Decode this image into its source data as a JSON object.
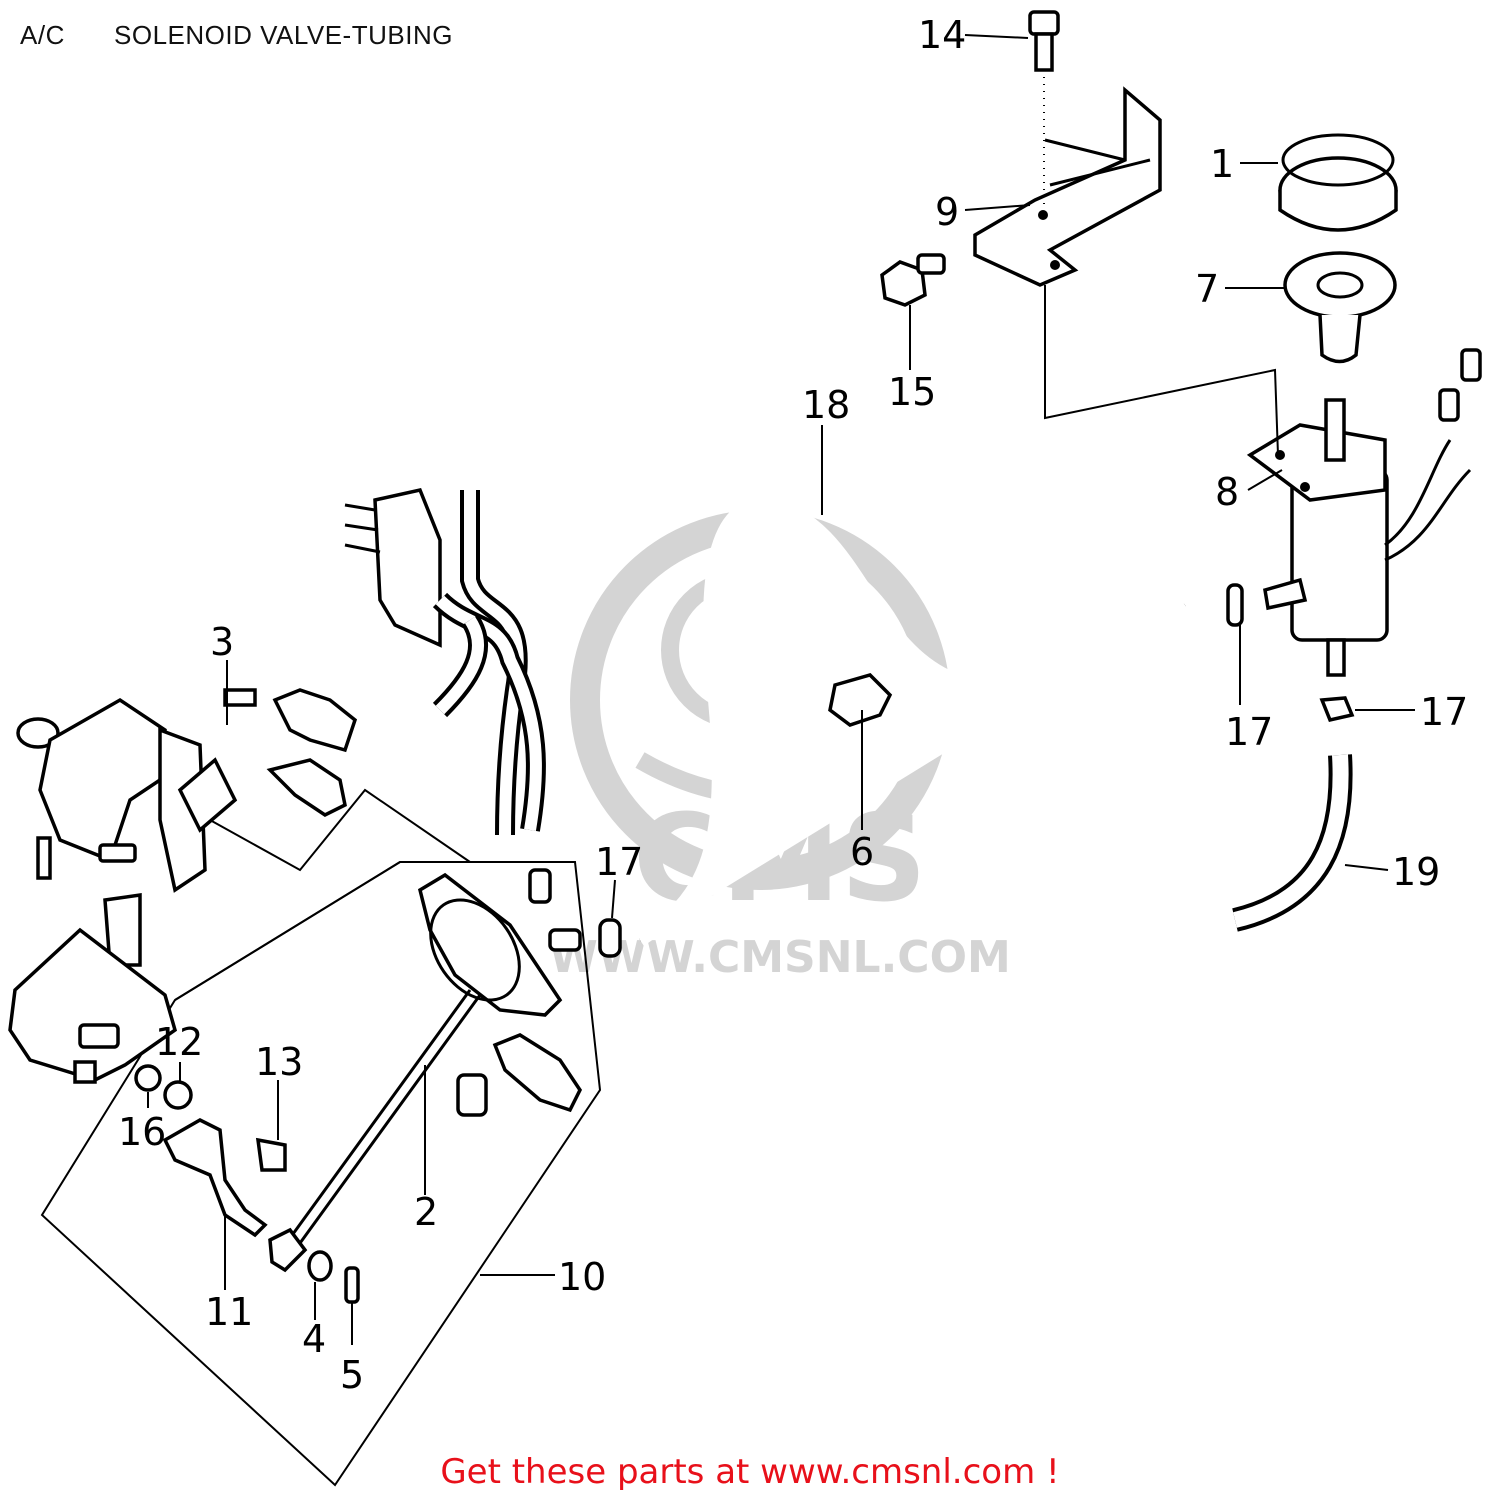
{
  "header": {
    "section": "A/C",
    "title": "SOLENOID VALVE-TUBING"
  },
  "footer": {
    "cta": "Get these parts at www.cmsnl.com !",
    "cta_color": "#e8101a"
  },
  "watermark": {
    "brand": "CMS",
    "url": "WWW.CMSNL.COM",
    "color": "#d4d4d4"
  },
  "callouts": [
    "1",
    "2",
    "3",
    "4",
    "5",
    "6",
    "7",
    "8",
    "9",
    "10",
    "11",
    "12",
    "13",
    "14",
    "15",
    "16",
    "17",
    "17",
    "17",
    "18",
    "19"
  ]
}
